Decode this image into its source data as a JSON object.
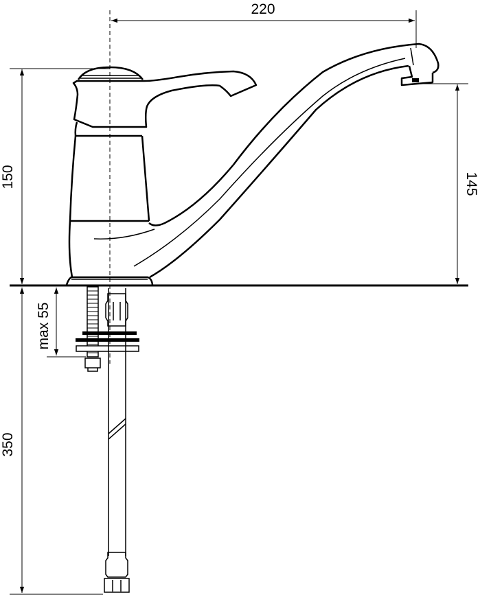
{
  "title": "Faucet dimension drawing",
  "dimensions": {
    "spout_reach": "220",
    "body_height": "150",
    "spout_height": "145",
    "max_countertop_thickness": "max 55",
    "hose_length": "350"
  },
  "colors": {
    "line": "#000000",
    "background": "#ffffff"
  }
}
